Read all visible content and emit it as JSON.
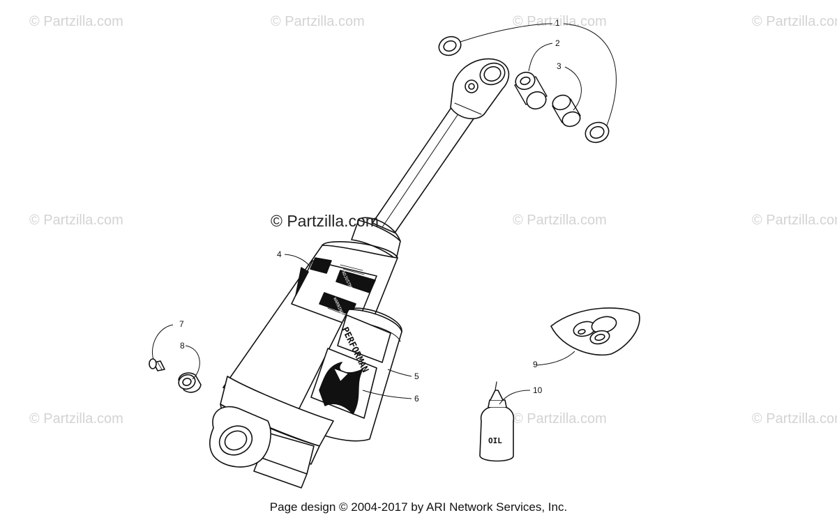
{
  "watermarks": {
    "text": "© Partzilla.com",
    "center_text": "© Partzilla.com"
  },
  "callouts": [
    "1",
    "2",
    "3",
    "4",
    "5",
    "6",
    "7",
    "8",
    "9",
    "10"
  ],
  "labels": {
    "oil_bottle": "OIL",
    "sticker_brand": "PERFORMAN",
    "sticker_label_a": "ADJUSTMENT",
    "sticker_label_b": "WARNING"
  },
  "footer": "Page design © 2004-2017 by ARI Network Services, Inc."
}
